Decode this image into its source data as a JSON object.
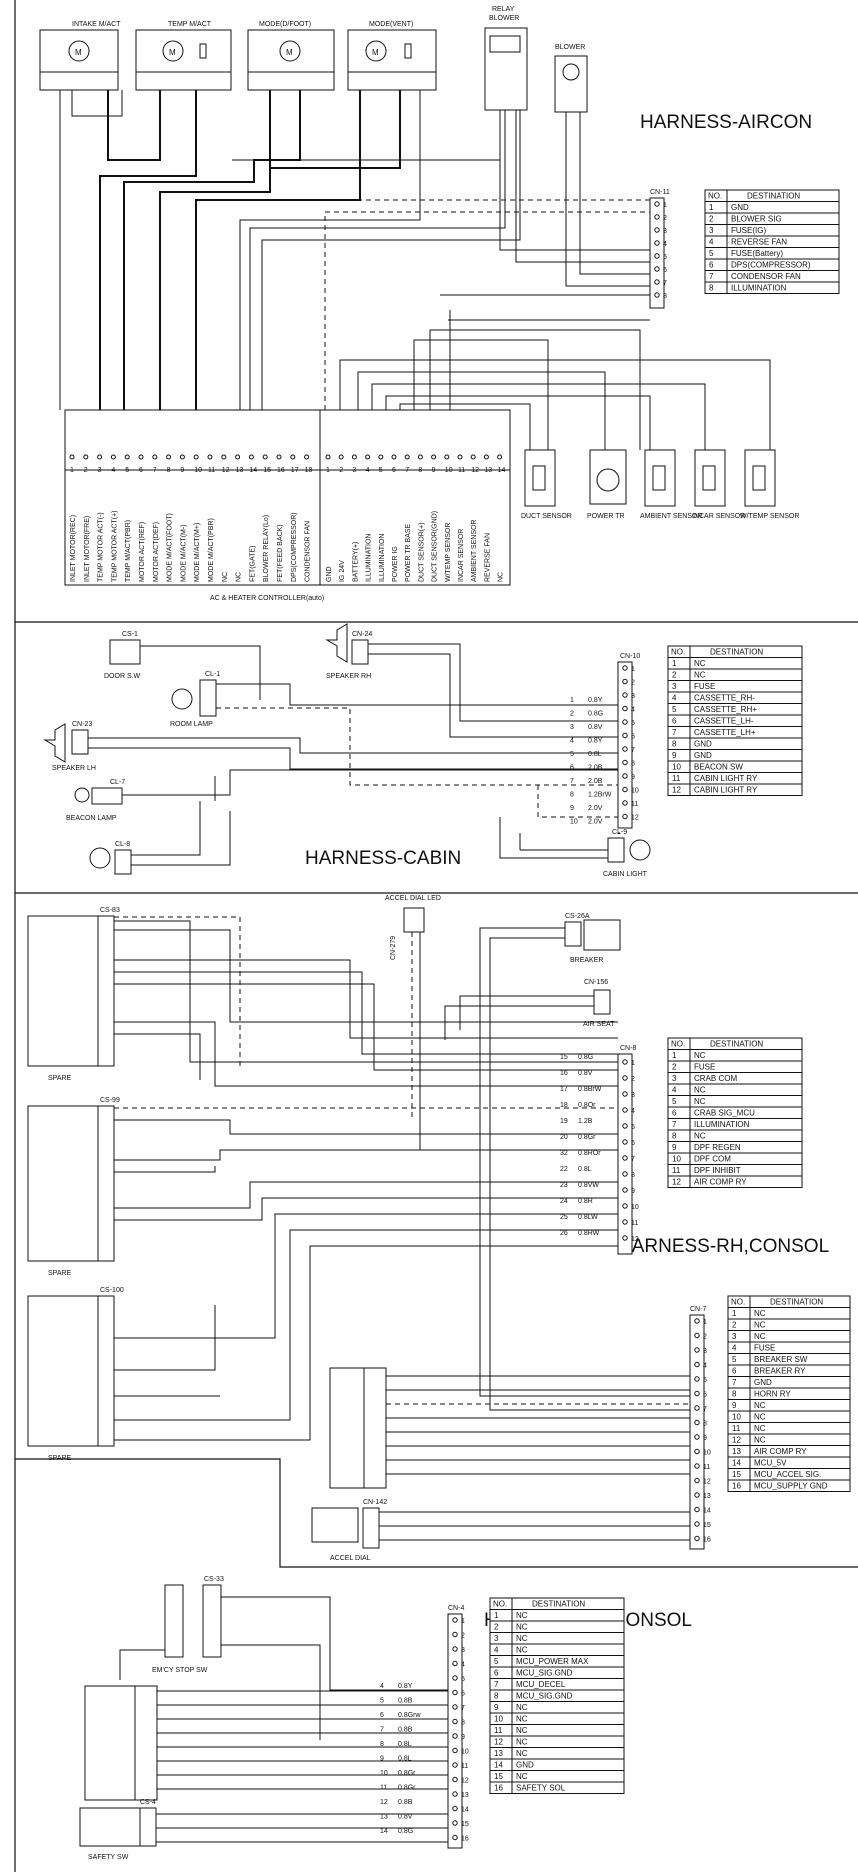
{
  "sections": {
    "aircon": {
      "title": "HARNESS-AIRCON"
    },
    "cabin": {
      "title": "HARNESS-CABIN"
    },
    "rh": {
      "title": "HARNESS-RH,CONSOL"
    },
    "lh": {
      "title": "HARNESS-LH,CONSOL"
    }
  },
  "aircon": {
    "actuators": [
      "INTAKE M/ACT",
      "TEMP M/ACT",
      "MODE(D/FOOT)",
      "MODE(VENT)"
    ],
    "relay_blower": [
      "RELAY",
      "BLOWER"
    ],
    "blower": "BLOWER",
    "controller_label": "AC & HEATER CONTROLLER(auto)",
    "controller_left": [
      "INLET MOTOR(REC)",
      "INLET MOTOR(FRE)",
      "TEMP MOTOR ACT(-)",
      "TEMP MOTOR ACT(+)",
      "TEMP M/ACT(PBR)",
      "MOTOR ACT(REF)",
      "MOTOR ACT(DEF)",
      "MODE M/ACT(FOOT)",
      "MODE M/ACT(M-)",
      "MODE M/ACT(M+)",
      "MODE M/ACT(PBR)",
      "NC",
      "NC",
      "FET(GATE)",
      "BLOWER RELAY(Lo)",
      "FET(FEED BACK)",
      "DPS(COMPRESSOR)",
      "CONDENSOR FAN"
    ],
    "controller_right": [
      "GND",
      "IG 24V",
      "BATTERY(+)",
      "ILLUMINATION",
      "ILLUMINATION",
      "POWER IG",
      "POWER TR BASE",
      "DUCT SENSOR(+)",
      "DUCT SENSOR(GND)",
      "W/TEMP SENSOR",
      "INCAR SENSOR",
      "AMBIENT SENSOR",
      "REVERSE FAN",
      "NC"
    ],
    "sensors": [
      "DUCT SENSOR",
      "POWER TR",
      "AMBIENT SENSOR",
      "INCAR SENSOR",
      "W/TEMP SENSOR"
    ],
    "connector": "CN-11",
    "table_headers": [
      "NO.",
      "DESTINATION"
    ],
    "destinations": [
      "GND",
      "BLOWER SIG",
      "FUSE(IG)",
      "REVERSE FAN",
      "FUSE(Battery)",
      "DPS(COMPRESSOR)",
      "CONDENSOR FAN",
      "ILLUMINATION"
    ]
  },
  "cabin": {
    "connector": "CN-10",
    "table_headers": [
      "NO.",
      "DESTINATION"
    ],
    "destinations": [
      "NC",
      "NC",
      "FUSE",
      "CASSETTE_RH-",
      "CASSETTE_RH+",
      "CASSETTE_LH-",
      "CASSETTE_LH+",
      "GND",
      "GND",
      "BEACON SW",
      "CABIN LIGHT RY",
      "CABIN LIGHT RY"
    ],
    "components": [
      "DOOR S.W",
      "ROOM LAMP",
      "SPEAKER RH",
      "SPEAKER LH",
      "BEACON LAMP",
      "CABIN LIGHT"
    ],
    "connector_ids": [
      "CS-1",
      "CL-1",
      "CN-24",
      "CN-23",
      "CL-7",
      "CL-8",
      "CL-9"
    ],
    "wires": [
      {
        "pin": "1",
        "wire": "0.8Y"
      },
      {
        "pin": "2",
        "wire": "0.8G"
      },
      {
        "pin": "3",
        "wire": "0.8V"
      },
      {
        "pin": "4",
        "wire": "0.8Y"
      },
      {
        "pin": "5",
        "wire": "0.8L"
      },
      {
        "pin": "6",
        "wire": "2.0B"
      },
      {
        "pin": "7",
        "wire": "2.0B"
      },
      {
        "pin": "8",
        "wire": "1.2BrW"
      },
      {
        "pin": "9",
        "wire": "2.0V"
      },
      {
        "pin": "10",
        "wire": "2.0V"
      }
    ]
  },
  "rh": {
    "connector": "CN-8",
    "table_headers": [
      "NO.",
      "DESTINATION"
    ],
    "destinations": [
      "NC",
      "FUSE",
      "CRAB COM",
      "NC",
      "NC",
      "CRAB SIG_MCU",
      "ILLUMINATION",
      "NC",
      "DPF REGEN",
      "DPF COM",
      "DPF INHIBIT",
      "AIR COMP RY"
    ],
    "wires": [
      {
        "pin": "15",
        "wire": "0.8G"
      },
      {
        "pin": "16",
        "wire": "0.8V"
      },
      {
        "pin": "17",
        "wire": "0.8BrW"
      },
      {
        "pin": "18",
        "wire": "0.8Or"
      },
      {
        "pin": "19",
        "wire": "1.2B"
      },
      {
        "pin": "20",
        "wire": "0.8Gr"
      },
      {
        "pin": "32",
        "wire": "0.8ROr"
      },
      {
        "pin": "22",
        "wire": "0.8L"
      },
      {
        "pin": "23",
        "wire": "0.8VW"
      },
      {
        "pin": "24",
        "wire": "0.8R"
      },
      {
        "pin": "25",
        "wire": "0.8LW"
      },
      {
        "pin": "26",
        "wire": "0.8RW"
      }
    ],
    "components": [
      "SPARE",
      "SPARE",
      "SPARE",
      "ACCEL DIAL LED",
      "BREAKER",
      "AIR SEAT",
      "ACCEL DIAL"
    ],
    "connector_ids": [
      "CS-83",
      "CS-99",
      "CS-100",
      "CN-279",
      "CS-26A",
      "CN-156",
      "CN-142"
    ]
  },
  "cn7": {
    "connector": "CN-7",
    "table_headers": [
      "NO.",
      "DESTINATION"
    ],
    "destinations": [
      "NC",
      "NC",
      "NC",
      "FUSE",
      "BREAKER SW",
      "BREAKER RY",
      "GND",
      "HORN RY",
      "NC",
      "NC",
      "NC",
      "NC",
      "AIR COMP RY",
      "MCU_5V",
      "MCU_ACCEL SIG.",
      "MCU_SUPPLY GND"
    ]
  },
  "lh": {
    "connector": "CN-4",
    "table_headers": [
      "NO.",
      "DESTINATION"
    ],
    "destinations": [
      "NC",
      "NC",
      "NC",
      "NC",
      "MCU_POWER MAX",
      "MCU_SIG.GND",
      "MCU_DECEL",
      "MCU_SIG.GND",
      "NC",
      "NC",
      "NC",
      "NC",
      "NC",
      "GND",
      "NC",
      "SAFETY SOL"
    ],
    "components": [
      "EM'CY STOP SW",
      "SAFETY SW"
    ],
    "connector_ids": [
      "CS-33",
      "CS-4"
    ],
    "wires": [
      {
        "pin": "4",
        "wire": "0.8Y"
      },
      {
        "pin": "5",
        "wire": "0.8B"
      },
      {
        "pin": "6",
        "wire": "0.8Grw"
      },
      {
        "pin": "7",
        "wire": "0.8B"
      },
      {
        "pin": "8",
        "wire": "0.8L"
      },
      {
        "pin": "9",
        "wire": "0.8L"
      },
      {
        "pin": "10",
        "wire": "0.8Gr"
      },
      {
        "pin": "11",
        "wire": "0.8Gr"
      },
      {
        "pin": "12",
        "wire": "0.8B"
      },
      {
        "pin": "13",
        "wire": "0.8V"
      },
      {
        "pin": "14",
        "wire": "0.8G"
      }
    ]
  }
}
